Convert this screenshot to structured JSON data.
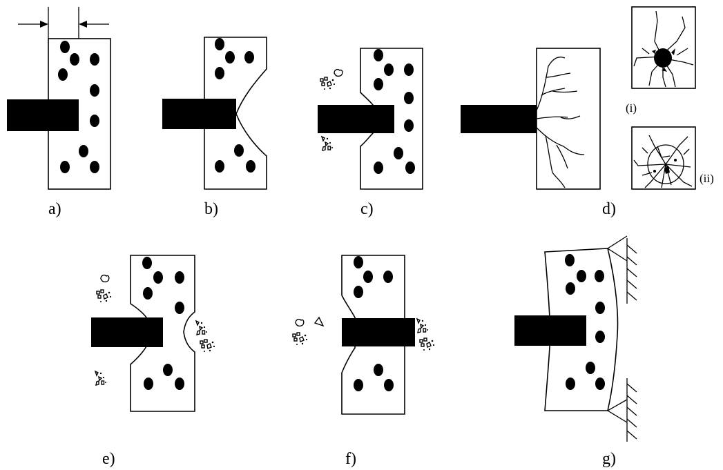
{
  "panels": {
    "a": {
      "label": "a)"
    },
    "b": {
      "label": "b)"
    },
    "c": {
      "label": "c)"
    },
    "d": {
      "label": "d)",
      "inset_i": "(i)",
      "inset_ii": "(ii)"
    },
    "e": {
      "label": "e)"
    },
    "f": {
      "label": "f)"
    },
    "g": {
      "label": "g)"
    }
  },
  "colors": {
    "ink": "#000000",
    "background": "#ffffff"
  }
}
